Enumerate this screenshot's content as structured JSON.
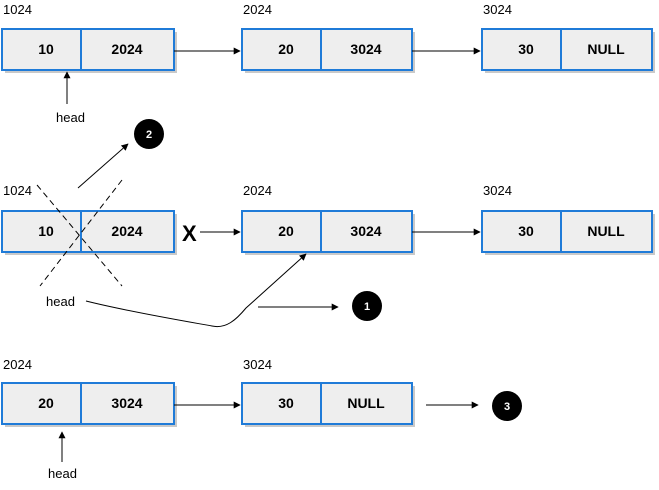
{
  "rows": [
    {
      "nodes": [
        {
          "address": "1024",
          "data": "10",
          "next": "2024"
        },
        {
          "address": "2024",
          "data": "20",
          "next": "3024"
        },
        {
          "address": "3024",
          "data": "30",
          "next": "NULL"
        }
      ],
      "head_label": "head"
    },
    {
      "nodes": [
        {
          "address": "1024",
          "data": "10",
          "next": "2024"
        },
        {
          "address": "2024",
          "data": "20",
          "next": "3024"
        },
        {
          "address": "3024",
          "data": "30",
          "next": "NULL"
        }
      ],
      "head_label": "head",
      "broken_link_mark": "X"
    },
    {
      "nodes": [
        {
          "address": "2024",
          "data": "20",
          "next": "3024"
        },
        {
          "address": "3024",
          "data": "30",
          "next": "NULL"
        }
      ],
      "head_label": "head"
    }
  ],
  "steps": [
    "1",
    "2",
    "3"
  ]
}
